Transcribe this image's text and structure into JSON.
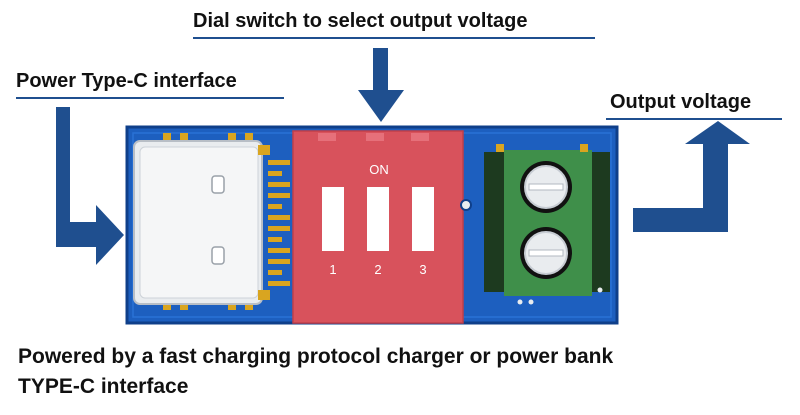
{
  "labels": {
    "dial_switch": "Dial switch to select output voltage",
    "power_typec": "Power Type-C interface",
    "output_voltage": "Output voltage"
  },
  "dip_switch": {
    "on_label": "ON",
    "positions": [
      "1",
      "2",
      "3"
    ]
  },
  "caption": {
    "line1": "Powered by a fast charging protocol charger or power bank",
    "line2": "TYPE-C interface"
  },
  "colors": {
    "pcb_blue": "#1d5fbf",
    "arrow_blue": "#1f4f8f",
    "dip_red": "#d8525c",
    "terminal_green": "#3f8f4a",
    "terminal_dark": "#1d3a1f",
    "connector_silver": "#e9ecef",
    "gold": "#d9a520"
  }
}
